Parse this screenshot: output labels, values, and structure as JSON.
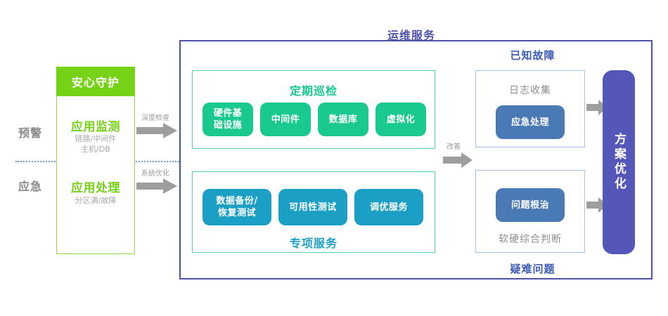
{
  "diagram": {
    "main_title": "运维服务",
    "stages": [
      {
        "label": "预警"
      },
      {
        "label": "应急"
      }
    ],
    "left_card": {
      "header": "安心守护",
      "items": [
        {
          "title": "应用监测",
          "sub_line1": "链路/中间件",
          "sub_line2": "主机/DB"
        },
        {
          "title": "应用处理",
          "sub_line1": "分区满/故障",
          "sub_line2": ""
        }
      ]
    },
    "connector_arrows": [
      {
        "label": "深度检查",
        "name": "arrow-deep-check"
      },
      {
        "label": "系统优化",
        "name": "arrow-system-optimize"
      },
      {
        "label": "改善",
        "name": "arrow-improve"
      }
    ],
    "panels": [
      {
        "title": "定期巡检",
        "title_position": "top",
        "accent": "#15c98d",
        "pills": [
          {
            "label_line1": "硬件基",
            "label_line2": "础设施"
          },
          {
            "label_line1": "中间件",
            "label_line2": ""
          },
          {
            "label_line1": "数据库",
            "label_line2": ""
          },
          {
            "label_line1": "虚拟化",
            "label_line2": ""
          }
        ]
      },
      {
        "title": "专项服务",
        "title_position": "bottom",
        "accent": "#1b9fc4",
        "pills": [
          {
            "label_line1": "数据备份/",
            "label_line2": "恢复测试"
          },
          {
            "label_line1": "可用性测试",
            "label_line2": ""
          },
          {
            "label_line1": "调优服务",
            "label_line2": ""
          }
        ]
      }
    ],
    "right_groups": [
      {
        "caption": "已知故障",
        "caption_position": "top",
        "inner_label": "日志收集",
        "inner_label_position": "top",
        "pill": "应急处理"
      },
      {
        "caption": "疑难问题",
        "caption_position": "bottom",
        "inner_label": "软硬综合判断",
        "inner_label_position": "bottom",
        "pill": "问题根治"
      }
    ],
    "outcome_bar": {
      "text": "方案优化"
    },
    "colors": {
      "brand_green": "#76d217",
      "teal": "#19c98e",
      "cyan": "#1b9fc4",
      "purple": "#4e51a8",
      "steel_blue": "#4a7ab5",
      "outcome_purple": "#5457b8",
      "arrow_gray": "#9e9e9e",
      "muted_text": "#8d8d8d"
    }
  }
}
